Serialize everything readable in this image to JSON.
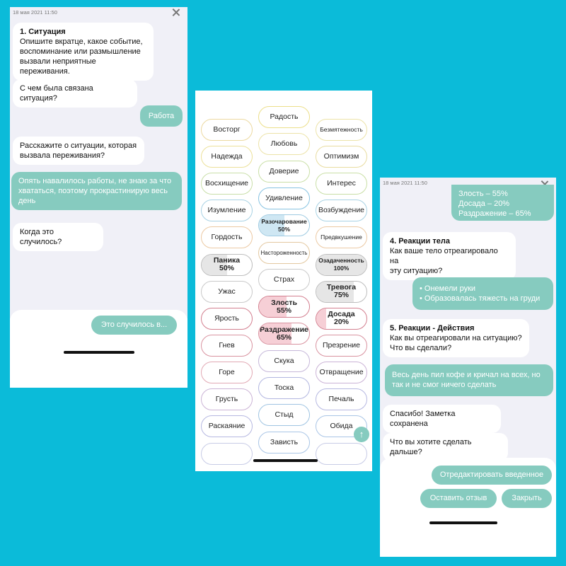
{
  "screen1": {
    "timestamp": "18 мая 2021 11:50",
    "messages": [
      {
        "title": "1. Ситуация",
        "text": "Опишите вкратце, какое событие,\nвоспоминание или размышление\nвызвали неприятные переживания."
      },
      {
        "text": "С чем была связана ситуация?"
      },
      {
        "text": "Работа"
      },
      {
        "text": "Расскажите о ситуации, которая\nвызвала переживания?"
      },
      {
        "text": "Опять навалилось работы, не знаю за что\nхвататься, поэтому прокрастинирую весь\nдень"
      },
      {
        "text": "Когда это случилось?"
      }
    ],
    "input_button": "Это случилось в..."
  },
  "screen2": {
    "accent_colors": {
      "blue_fill": "#cfe7f3",
      "pink_fill": "#f6cfd6",
      "gray_fill": "#e6e6e6"
    },
    "emotions": {
      "col1": [
        {
          "label": "Восторг",
          "border": "#ecd9a0"
        },
        {
          "label": "Надежда",
          "border": "#ece19a"
        },
        {
          "label": "Восхищение",
          "border": "#c9dfa9"
        },
        {
          "label": "Изумление",
          "border": "#a8d2e4"
        },
        {
          "label": "Гордость",
          "border": "#ecc9a3"
        },
        {
          "label": "Паника\n50%",
          "border": "#bdbdbd",
          "fill": 0.5,
          "fill_color": "#e6e6e6",
          "selected": true
        },
        {
          "label": "Ужас",
          "border": "#c9c9c9"
        },
        {
          "label": "Ярость",
          "border": "#d37f8f"
        },
        {
          "label": "Гнев",
          "border": "#d993a0"
        },
        {
          "label": "Горе",
          "border": "#e2a9b4"
        },
        {
          "label": "Грусть",
          "border": "#cbb3d6"
        },
        {
          "label": "Раскаяние",
          "border": "#b6b8e1"
        }
      ],
      "col2": [
        {
          "label": "Радость",
          "border": "#ecdf8a"
        },
        {
          "label": "Любовь",
          "border": "#ece3a8"
        },
        {
          "label": "Доверие",
          "border": "#c9dfa6"
        },
        {
          "label": "Удивление",
          "border": "#87c3e2"
        },
        {
          "label": "Разочарование\n50%",
          "border": "#9fcbe2",
          "fill": 0.5,
          "fill_color": "#cfe7f3",
          "selected": true,
          "size": "small"
        },
        {
          "label": "Настороженность",
          "border": "#e3c8a0",
          "size": "xsmall"
        },
        {
          "label": "Страх",
          "border": "#c9c9c9"
        },
        {
          "label": "Злость\n55%",
          "border": "#d37f8f",
          "fill": 0.55,
          "fill_color": "#f6cfd6",
          "selected": true
        },
        {
          "label": "Раздражение\n65%",
          "border": "#d993a0",
          "fill": 0.65,
          "fill_color": "#f6cfd6",
          "selected": true
        },
        {
          "label": "Скука",
          "border": "#c6b7d9"
        },
        {
          "label": "Тоска",
          "border": "#b2b6e0"
        },
        {
          "label": "Стыд",
          "border": "#9fc4e2"
        },
        {
          "label": "Зависть",
          "border": "#a9c5e6"
        }
      ],
      "col3": [
        {
          "label": "Безмятежность",
          "border": "#ece3a8",
          "size": "small"
        },
        {
          "label": "Оптимизм",
          "border": "#e8dca0"
        },
        {
          "label": "Интерес",
          "border": "#c9dfa6"
        },
        {
          "label": "Возбуждение",
          "border": "#a8d2e4"
        },
        {
          "label": "Предвкушение",
          "border": "#ecc9a3",
          "size": "small"
        },
        {
          "label": "Озадаченность\n100%",
          "border": "#bdbdbd",
          "fill": 1.0,
          "fill_color": "#e6e6e6",
          "selected": true,
          "size": "small"
        },
        {
          "label": "Тревога\n75%",
          "border": "#bdbdbd",
          "fill": 0.75,
          "fill_color": "#e6e6e6",
          "selected": true
        },
        {
          "label": "Досада\n20%",
          "border": "#d37f8f",
          "fill": 0.2,
          "fill_color": "#f6cfd6",
          "selected": true
        },
        {
          "label": "Презрение",
          "border": "#d993a0"
        },
        {
          "label": "Отвращение",
          "border": "#cbb3d6"
        },
        {
          "label": "Печаль",
          "border": "#b6b8e1"
        },
        {
          "label": "Обида",
          "border": "#a9c5e6"
        }
      ]
    },
    "fab_icon": "arrow-up-icon"
  },
  "screen3": {
    "timestamp": "18 мая 2021 11:50",
    "partial_bubble": "Злость – 55%\nДосада – 20%\nРаздражение – 65%",
    "messages": [
      {
        "title": "4. Реакции тела",
        "text": "Как ваше тело отреагировало на\nэту ситуацию?"
      },
      {
        "text": "• Онемели руки\n• Образовалась тяжесть на груди"
      },
      {
        "title": "5. Реакции - Действия",
        "text": "Как вы отреагировали на ситуацию?\nЧто вы сделали?"
      },
      {
        "text": "Весь день пил кофе и кричал на всех, но\nтак и не смог ничего сделать"
      },
      {
        "text": "Спасибо! Заметка сохранена"
      },
      {
        "text": "Что вы хотите сделать дальше?"
      }
    ],
    "buttons": {
      "edit": "Отредактировать введенное",
      "feedback": "Оставить отзыв",
      "close": "Закрыть"
    }
  }
}
